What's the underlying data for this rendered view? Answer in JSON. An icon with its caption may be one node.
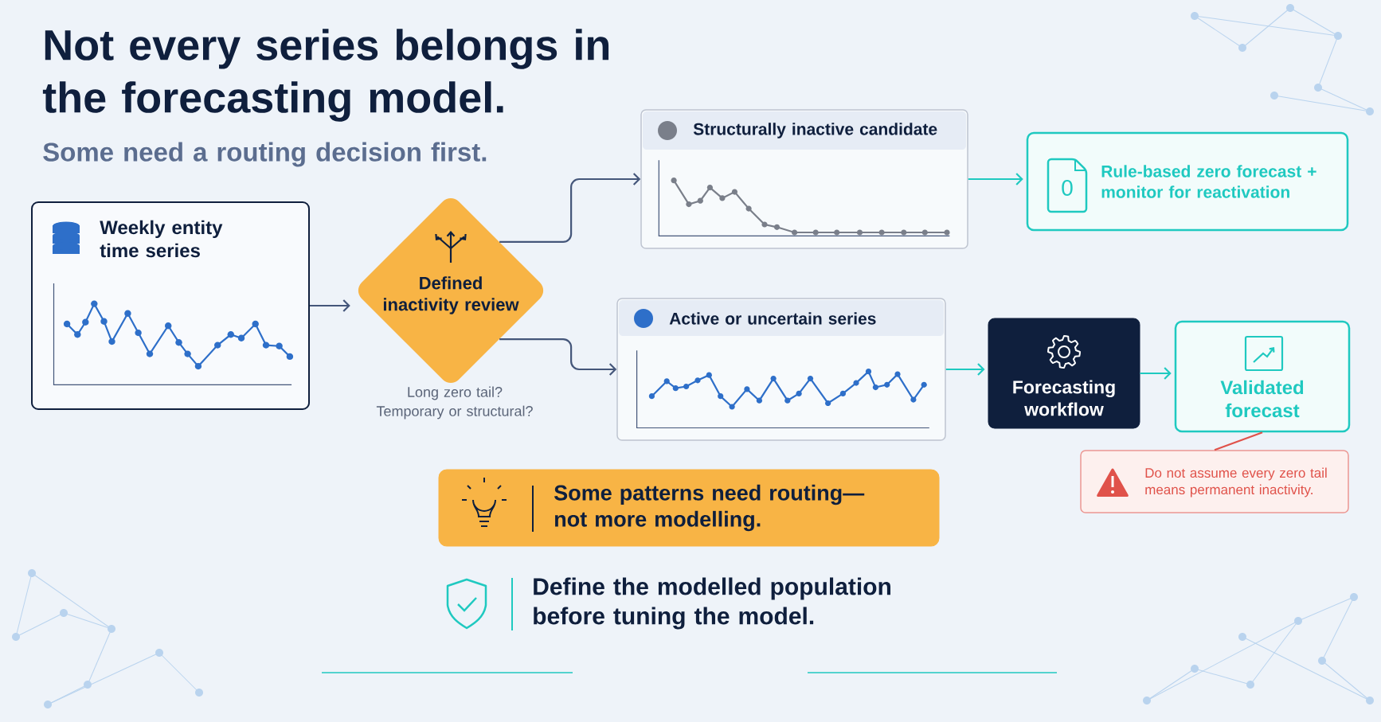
{
  "diagram": {
    "title": "Not every series belongs in the forecasting model.",
    "nodes": [
      {
        "text": [
          "Weekly entity time series"
        ]
      },
      {
        "text": [
          "Defined inactivity review"
        ],
        "beside": [
          "Long zero tail?",
          "Temporary or structural?"
        ]
      },
      {
        "text": [
          "Structurally inactive candidate"
        ]
      },
      {
        "text": [
          "0",
          "Rule-based zero forecast + monitor for reactivation"
        ]
      },
      {
        "text": [
          "Active or uncertain series"
        ]
      },
      {
        "text": [
          "Forecasting workflow"
        ]
      },
      {
        "text": [
          "Validated forecast"
        ]
      },
      {
        "text": [
          "Do not assume every zero tail means permanent inactivity."
        ]
      },
      {
        "text": [
          "Some patterns need routing— not more modelling."
        ]
      }
    ],
    "edges": [
      {
        "from": 0,
        "to": 1,
        "arrow": "to",
        "color": "#44567a"
      },
      {
        "from": 1,
        "to": 2,
        "arrow": "to",
        "color": "#44567a"
      },
      {
        "from": 1,
        "to": 4,
        "arrow": "to",
        "color": "#44567a"
      },
      {
        "from": 2,
        "to": 3,
        "arrow": "to",
        "color": "#1fc9c0"
      },
      {
        "from": 4,
        "to": 5,
        "arrow": "to",
        "color": "#1fc9c0"
      },
      {
        "from": 5,
        "to": 6,
        "arrow": "to",
        "color": "#1fc9c0"
      },
      {
        "from": 6,
        "to": 7,
        "arrow": "none",
        "color": "#e0524a"
      }
    ],
    "labels": [
      "Some need a routing decision first.",
      "Define the modelled population before tuning the model."
    ]
  }
}
